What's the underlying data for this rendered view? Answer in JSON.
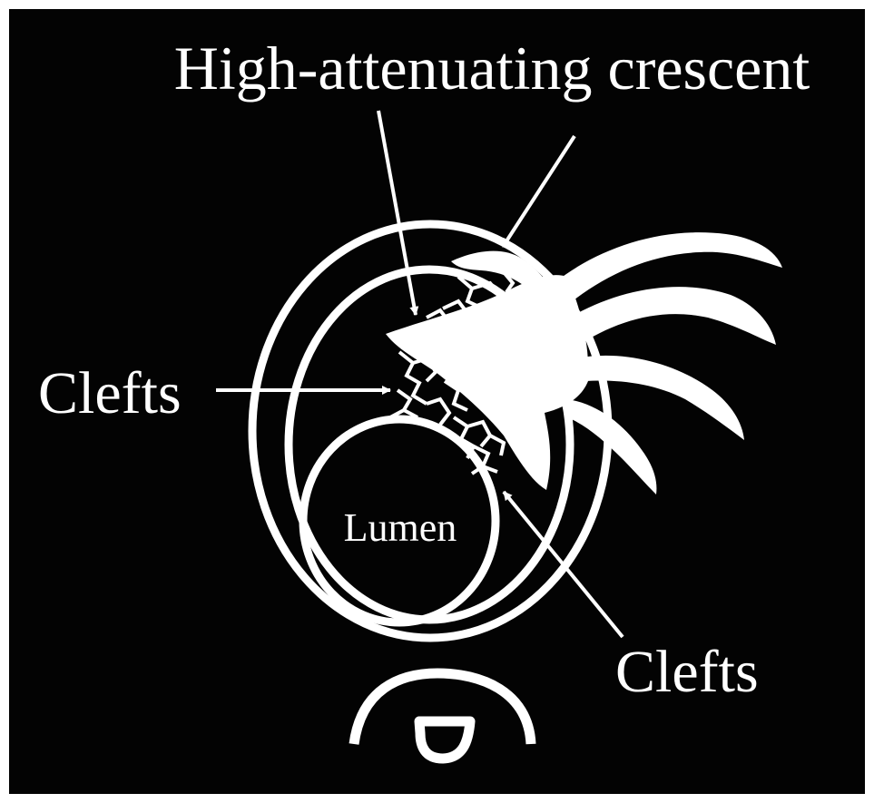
{
  "diagram": {
    "labels": {
      "top": "High-attenuating crescent",
      "left": "Clefts",
      "lumen": "Lumen",
      "right": "Clefts"
    },
    "colors": {
      "background": "#030303",
      "foreground": "#ffffff"
    }
  }
}
